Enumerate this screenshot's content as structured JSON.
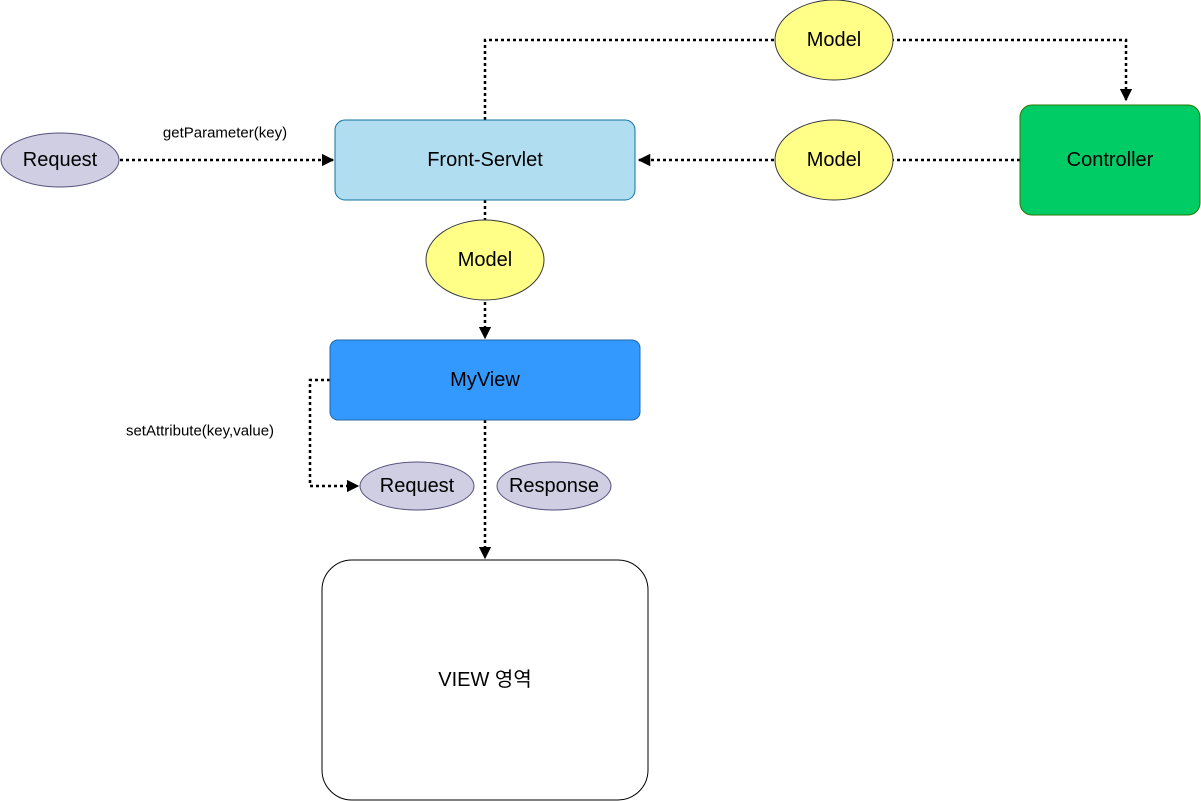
{
  "colors": {
    "request_fill": "#d0cee2",
    "request_stroke": "#56517e",
    "front_servlet_fill": "#b1ddf0",
    "front_servlet_stroke": "#10739e",
    "model_fill": "#ffff88",
    "model_stroke": "#36393d",
    "controller_fill": "#00cc66",
    "controller_stroke": "#2d7600",
    "myview_fill": "#3399ff",
    "myview_stroke": "#2266aa",
    "view_fill": "#ffffff",
    "view_stroke": "#000000",
    "edge": "#000000"
  },
  "nodes": {
    "request_left": "Request",
    "front_servlet": "Front-Servlet",
    "model_top": "Model",
    "model_middle": "Model",
    "model_below_servlet": "Model",
    "controller": "Controller",
    "myview": "MyView",
    "request_view": "Request",
    "response_view": "Response",
    "view_area": "VIEW 영역"
  },
  "edges": {
    "get_parameter_label": "getParameter(key)",
    "set_attribute_label": "setAttribute(key,value)"
  }
}
